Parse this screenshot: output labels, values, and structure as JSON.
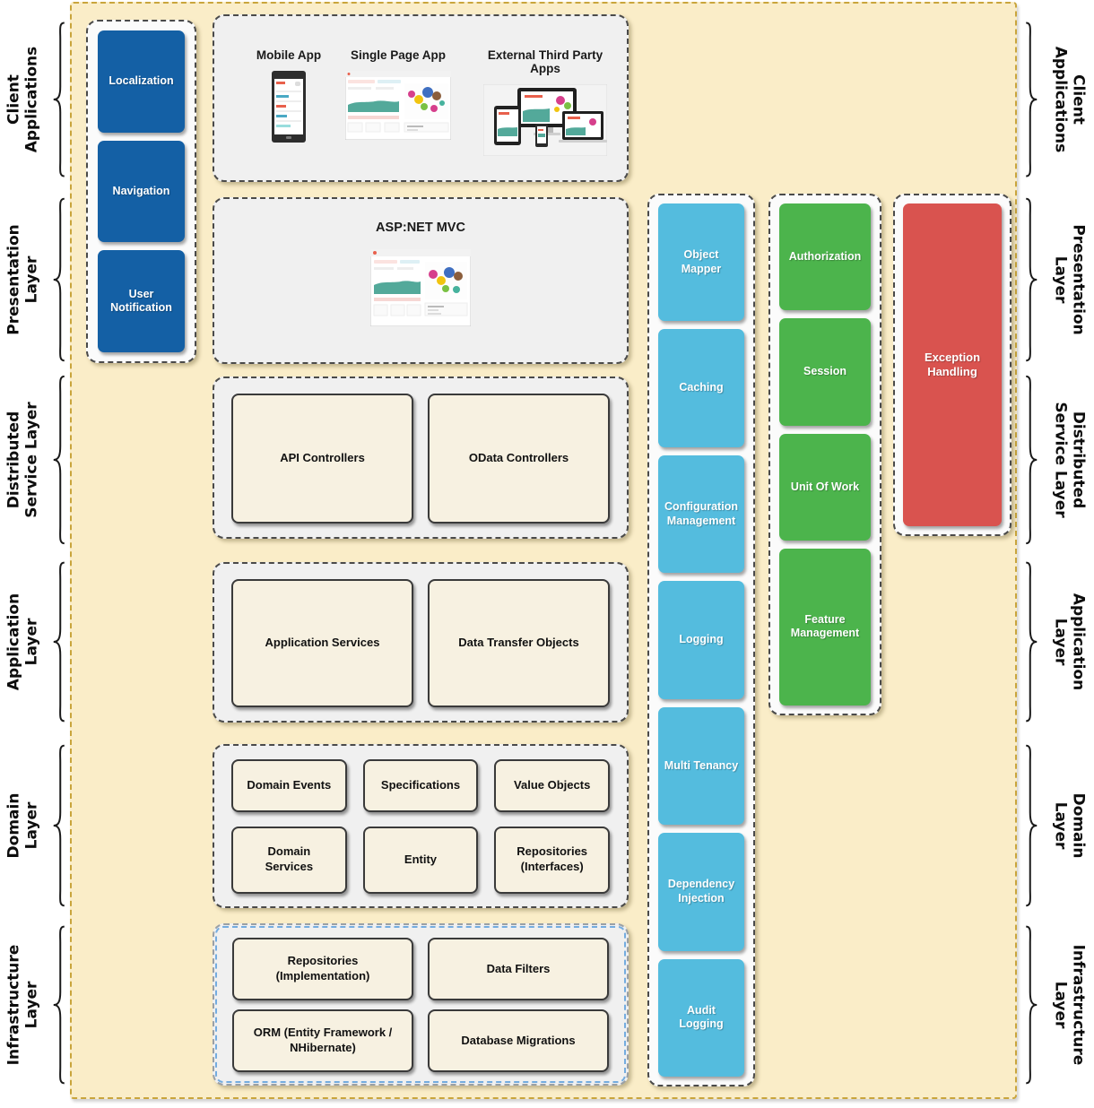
{
  "layers": [
    {
      "label": "Client\nApplications"
    },
    {
      "label": "Presentation\nLayer"
    },
    {
      "label": "Distributed\nService Layer"
    },
    {
      "label": "Application\nLayer"
    },
    {
      "label": "Domain\nLayer"
    },
    {
      "label": "Infrastructure\nLayer"
    }
  ],
  "sidebar": {
    "items": [
      "Localization",
      "Navigation",
      "User Notification"
    ]
  },
  "client_apps": {
    "items": [
      {
        "label": "Mobile App"
      },
      {
        "label": "Single Page App"
      },
      {
        "label": "External Third Party Apps"
      }
    ]
  },
  "presentation": {
    "title": "ASP:NET MVC"
  },
  "distributed": {
    "boxes": [
      "API Controllers",
      "OData Controllers"
    ]
  },
  "application": {
    "boxes": [
      "Application Services",
      "Data Transfer Objects"
    ]
  },
  "domain": {
    "boxes": [
      "Domain Events",
      "Specifications",
      "Value Objects",
      "Domain Services",
      "Entity",
      "Repositories (Interfaces)"
    ]
  },
  "infrastructure": {
    "boxes": [
      "Repositories (Implementation)",
      "Data Filters",
      "ORM (Entity Framework / NHibernate)",
      "Database Migrations"
    ]
  },
  "cross_cutting": {
    "cyan": [
      "Object Mapper",
      "Caching",
      "Configuration Management",
      "Logging",
      "Multi Tenancy",
      "Dependency Injection",
      "Audit Logging"
    ],
    "green": [
      "Authorization",
      "Session",
      "Unit Of Work",
      "Feature Management"
    ],
    "red": [
      "Exception Handling"
    ]
  },
  "colors": {
    "background_tan": "#FAEDC8",
    "border_tan": "#C9A53C",
    "blue_box": "#1460A5",
    "cyan_box": "#54BCDE",
    "green_box": "#4CB44C",
    "red_box": "#D9534F",
    "cream_box": "#F7F1E1",
    "panel_gray": "#F0F0F0",
    "infra_blue_dash": "#74ACDF"
  }
}
